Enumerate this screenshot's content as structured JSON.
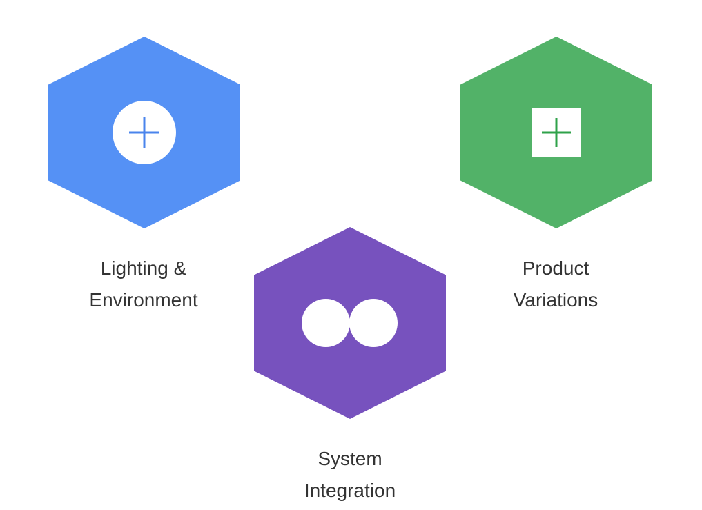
{
  "nodes": [
    {
      "id": "lighting",
      "label_line1": "Lighting &",
      "label_line2": "Environment",
      "color": "#5591F5",
      "icon": "plus-circle-icon",
      "icon_color": "#ffffff",
      "icon_accent": "#4A84EC"
    },
    {
      "id": "product",
      "label_line1": "Product",
      "label_line2": "Variations",
      "color": "#52B268",
      "icon": "plus-square-icon",
      "icon_color": "#ffffff",
      "icon_accent": "#2FA24A"
    },
    {
      "id": "system",
      "label_line1": "System",
      "label_line2": "Integration",
      "color": "#7752BE",
      "icon": "two-circles-icon",
      "icon_color": "#ffffff",
      "icon_accent": "#7752BE"
    }
  ]
}
